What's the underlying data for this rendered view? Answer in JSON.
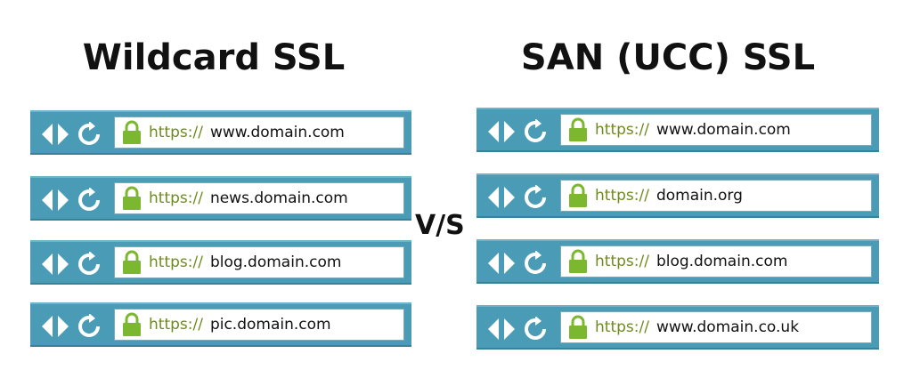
{
  "left": {
    "title": "Wildcard SSL",
    "rows": [
      {
        "protocol": "https://",
        "domain": "www.domain.com"
      },
      {
        "protocol": "https://",
        "domain": "news.domain.com"
      },
      {
        "protocol": "https://",
        "domain": "blog.domain.com"
      },
      {
        "protocol": "https://",
        "domain": "pic.domain.com"
      }
    ]
  },
  "right": {
    "title": "SAN (UCC) SSL",
    "rows": [
      {
        "protocol": "https://",
        "domain": "www.domain.com"
      },
      {
        "protocol": "https://",
        "domain": "domain.org"
      },
      {
        "protocol": "https://",
        "domain": "blog.domain.com"
      },
      {
        "protocol": "https://",
        "domain": "www.domain.co.uk"
      }
    ]
  },
  "separator": "V/S",
  "colors": {
    "bar": "#4a9bb6",
    "lock": "#7cb82f",
    "protocol": "#6f8a1e"
  },
  "icons": [
    "back-arrow-icon",
    "forward-arrow-icon",
    "reload-icon",
    "padlock-icon"
  ]
}
